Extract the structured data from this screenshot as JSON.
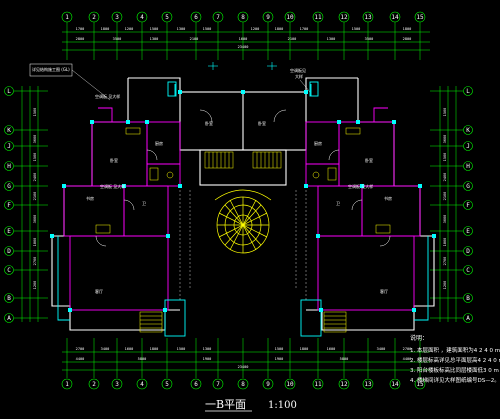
{
  "drawing": {
    "title": "一B平面",
    "scale": "1:100",
    "notes_heading": "说明：",
    "notes": [
      "1. 本层面积 ，建筑面积为4 2 4 0 m m。",
      "2. 楼层标高详见总平面层高4 2 4 0 m m。",
      "3. 阳台楼板标高比同层楼面低3 0 m m。",
      "4. 楼梯间详见大样图纸编号DS—2。"
    ]
  },
  "axes": {
    "top": [
      "1",
      "2",
      "3",
      "4",
      "5",
      "6",
      "7",
      "8",
      "9",
      "10",
      "11",
      "12",
      "13",
      "14",
      "15"
    ],
    "bottom": [
      "1",
      "2",
      "3",
      "4",
      "5",
      "6",
      "7",
      "8",
      "9",
      "10",
      "11",
      "12",
      "13",
      "14",
      "15"
    ],
    "left": [
      "L",
      "K",
      "J",
      "H",
      "G",
      "F",
      "E",
      "D",
      "C",
      "B",
      "A"
    ],
    "right": [
      "L",
      "K",
      "J",
      "H",
      "G",
      "F",
      "E",
      "D",
      "C",
      "B",
      "A"
    ]
  },
  "dimensions": {
    "top_row1": [
      "1700",
      "1800",
      "1200",
      "1500",
      "1300",
      "1500",
      "1200",
      "1800",
      "1700",
      "1500",
      "1800"
    ],
    "top_row2": [
      "2800",
      "3500",
      "1300",
      "2100",
      "1600",
      "2100",
      "1300",
      "3500",
      "2800"
    ],
    "top_total": "23400",
    "bottom_row1": [
      "2700",
      "3400",
      "1600",
      "1800",
      "1500",
      "1300",
      "1500",
      "1800",
      "1600",
      "3400",
      "2700"
    ],
    "bottom_row2": [
      "4400",
      "5800",
      "1900",
      "1900",
      "5800",
      "4400"
    ],
    "bottom_total": "23400",
    "left_col": [
      "1500",
      "3600",
      "1500",
      "2400",
      "2100",
      "3000",
      "1800",
      "2700",
      "1200"
    ],
    "right_col": [
      "1500",
      "3600",
      "1500",
      "2400",
      "2100",
      "3000",
      "1800",
      "2700",
      "1200"
    ]
  },
  "rooms": {
    "living_left": "客厅",
    "living_right": "客厅",
    "bed_top_left": "卧室",
    "bed_top_right": "卧室",
    "bed_mid_left": "卧室",
    "bed_mid_right": "卧室",
    "kitchen_left": "厨房",
    "kitchen_right": "厨房",
    "study_left": "书房",
    "study_right": "书房",
    "bath_left": "卫",
    "bath_right": "卫"
  },
  "callouts": {
    "top_left": "空调板 见大样",
    "top_left_box": "详见结构施工图 (GL)",
    "top_right": "空调板见",
    "top_right2": "大样",
    "side_left": "空调板 见大样",
    "side_right": "空调板 见大样"
  },
  "colors": {
    "wall": "#ffffff",
    "partition": "#ff00ff",
    "column": "#00ffff",
    "dimension": "#00ff00",
    "axis": "#00ff00",
    "fixture": "#ffff00",
    "background": "#000000"
  }
}
